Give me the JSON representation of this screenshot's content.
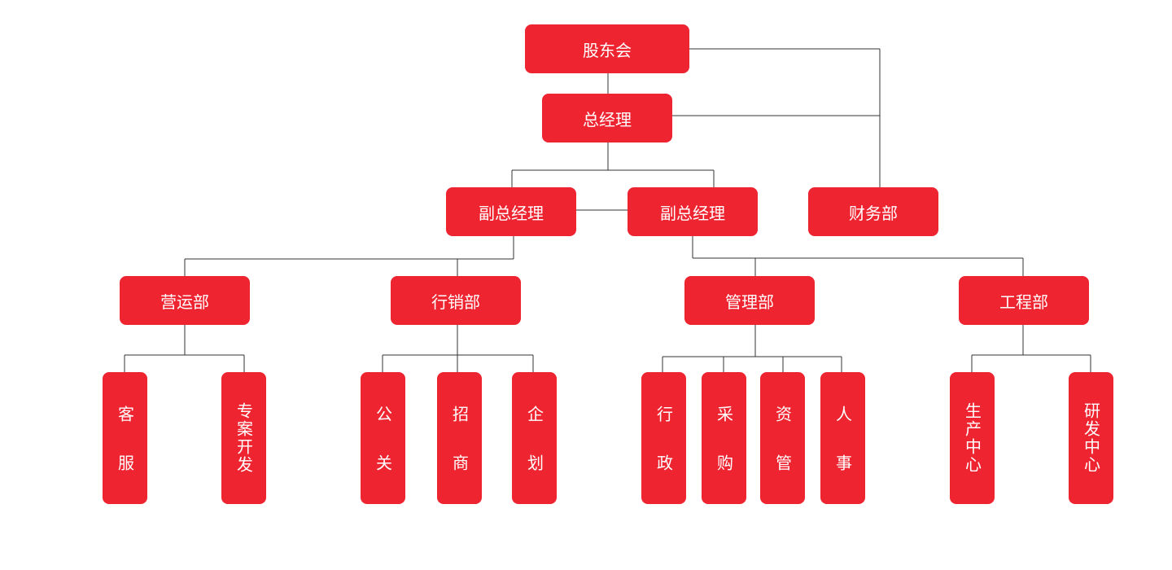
{
  "colors": {
    "box": "#ee2430",
    "text": "#ffffff",
    "line": "#333333"
  },
  "nodes": {
    "shareholders": "股东会",
    "gm": "总经理",
    "vgm_left": "副总经理",
    "vgm_right": "副总经理",
    "finance": "财务部",
    "operations": "营运部",
    "marketing": "行销部",
    "management": "管理部",
    "engineering": "工程部",
    "customer_service": "客服",
    "project_dev": "专案开发",
    "public_relations": "公关",
    "investment": "招商",
    "planning": "企划",
    "administration": "行政",
    "purchasing": "采购",
    "asset_mgmt": "资管",
    "hr": "人事",
    "production": "生产中心",
    "rnd": "研发中心"
  }
}
